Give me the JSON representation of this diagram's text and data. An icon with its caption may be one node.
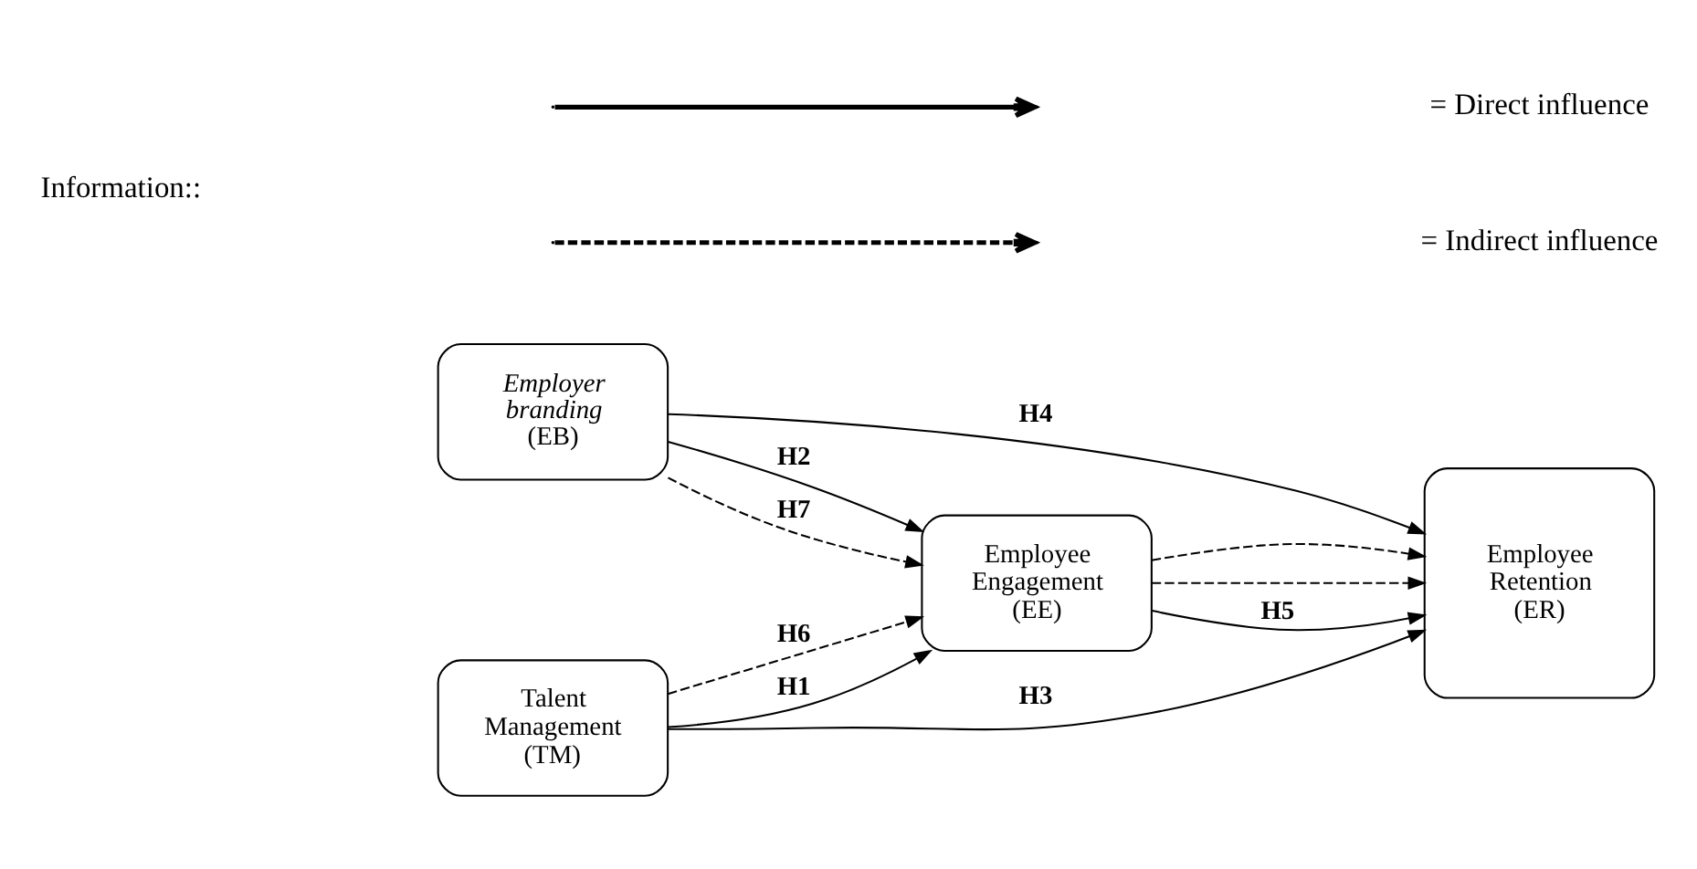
{
  "diagram": {
    "nodes": [
      {
        "text": [
          "Talent Management (TM)"
        ]
      },
      {
        "text": [
          "Employer branding",
          "(EB)"
        ]
      },
      {
        "text": [
          "Employee Engagement (EE)"
        ]
      },
      {
        "text": [
          "Employee Retention (ER)"
        ]
      }
    ],
    "edges": [
      {
        "from": 0,
        "to": 3,
        "arrow": "to",
        "label": "H3"
      },
      {
        "from": 0,
        "to": 2,
        "arrow": "to",
        "style": "dashed",
        "label": "H6"
      },
      {
        "from": 0,
        "to": 2,
        "arrow": "to",
        "label": "H1"
      },
      {
        "from": 1,
        "to": 2,
        "arrow": "to",
        "label": "H2"
      },
      {
        "from": 1,
        "to": 2,
        "arrow": "to",
        "style": "dashed",
        "label": "H7"
      },
      {
        "from": 1,
        "to": 3,
        "arrow": "to",
        "label": "H4"
      },
      {
        "from": 2,
        "to": 3,
        "arrow": "to",
        "style": "dashed"
      },
      {
        "from": 2,
        "to": 3,
        "arrow": "to",
        "label": "H5"
      },
      {
        "from": 2,
        "to": 3,
        "arrow": "to",
        "style": "dashed"
      }
    ],
    "labels": [
      "Information::"
    ],
    "legend": [
      {
        "text": "= Direct influence"
      },
      {
        "text": "= Indirect influence"
      }
    ]
  }
}
